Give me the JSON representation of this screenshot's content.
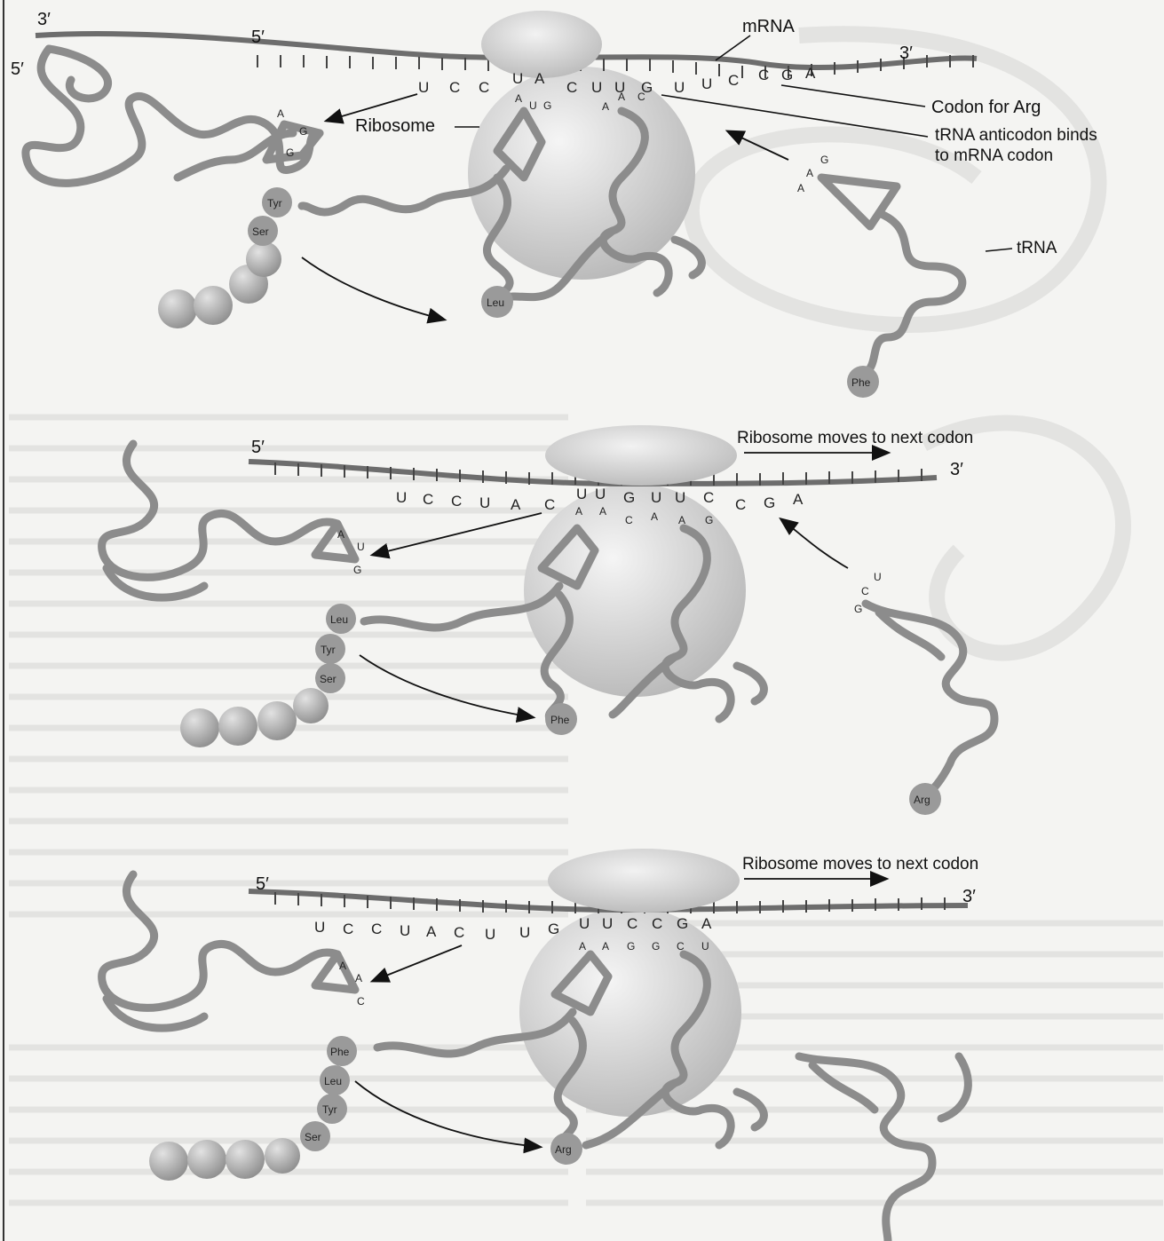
{
  "panel1": {
    "five_prime_left": "5′",
    "three_prime_left": "3′",
    "mrna_label": "mRNA",
    "three_prime_right": "3′",
    "codon_label": "Codon for Arg",
    "anticodon_label_1": "tRNA anticodon binds",
    "anticodon_label_2": "to mRNA codon",
    "ribosome_label": "Ribosome",
    "trna_label": "tRNA",
    "bases": [
      "U",
      "C",
      "C",
      "U",
      "A",
      "C",
      "U",
      "U",
      "G",
      "U",
      "U",
      "C",
      "C",
      "G",
      "A"
    ],
    "anticodon_left": [
      "A",
      "U",
      "G"
    ],
    "anticodon_mid": [
      "A",
      "A",
      "C"
    ],
    "anticodon_free": [
      "A",
      "A",
      "G"
    ],
    "exit_trna_bases": [
      "A",
      "G",
      "G"
    ],
    "chain": [
      "Tyr",
      "Ser"
    ],
    "leu": "Leu",
    "phe": "Phe"
  },
  "panel2": {
    "five_prime": "5′",
    "three_prime": "3′",
    "moves_label": "Ribosome moves to next codon",
    "bases": [
      "U",
      "C",
      "C",
      "U",
      "A",
      "C",
      "U",
      "U",
      "G",
      "U",
      "U",
      "C",
      "C",
      "G",
      "A"
    ],
    "anticodon_left": [
      "A",
      "A",
      "C"
    ],
    "anticodon_mid": [
      "A",
      "A",
      "G"
    ],
    "anticodon_free": [
      "G",
      "C",
      "U"
    ],
    "exit_trna_bases": [
      "A",
      "U",
      "G"
    ],
    "chain": [
      "Leu",
      "Tyr",
      "Ser"
    ],
    "phe": "Phe",
    "arg": "Arg"
  },
  "panel3": {
    "five_prime": "5′",
    "three_prime": "3′",
    "moves_label": "Ribosome moves to next codon",
    "bases": [
      "U",
      "C",
      "C",
      "U",
      "A",
      "C",
      "U",
      "U",
      "G",
      "U",
      "U",
      "C",
      "C",
      "G",
      "A"
    ],
    "anticodon_left": [
      "A",
      "A",
      "G"
    ],
    "anticodon_mid": [
      "G",
      "C",
      "U"
    ],
    "exit_trna_bases": [
      "A",
      "A",
      "C"
    ],
    "chain": [
      "Phe",
      "Leu",
      "Tyr",
      "Ser"
    ],
    "arg": "Arg"
  },
  "colors": {
    "mrna": "#6d6d6d",
    "trna": "#8c8c8c",
    "ribosome": "#d2d2d2",
    "amino_acid": "#9a9a9a",
    "peptide_bead": "#b7b7b7"
  }
}
